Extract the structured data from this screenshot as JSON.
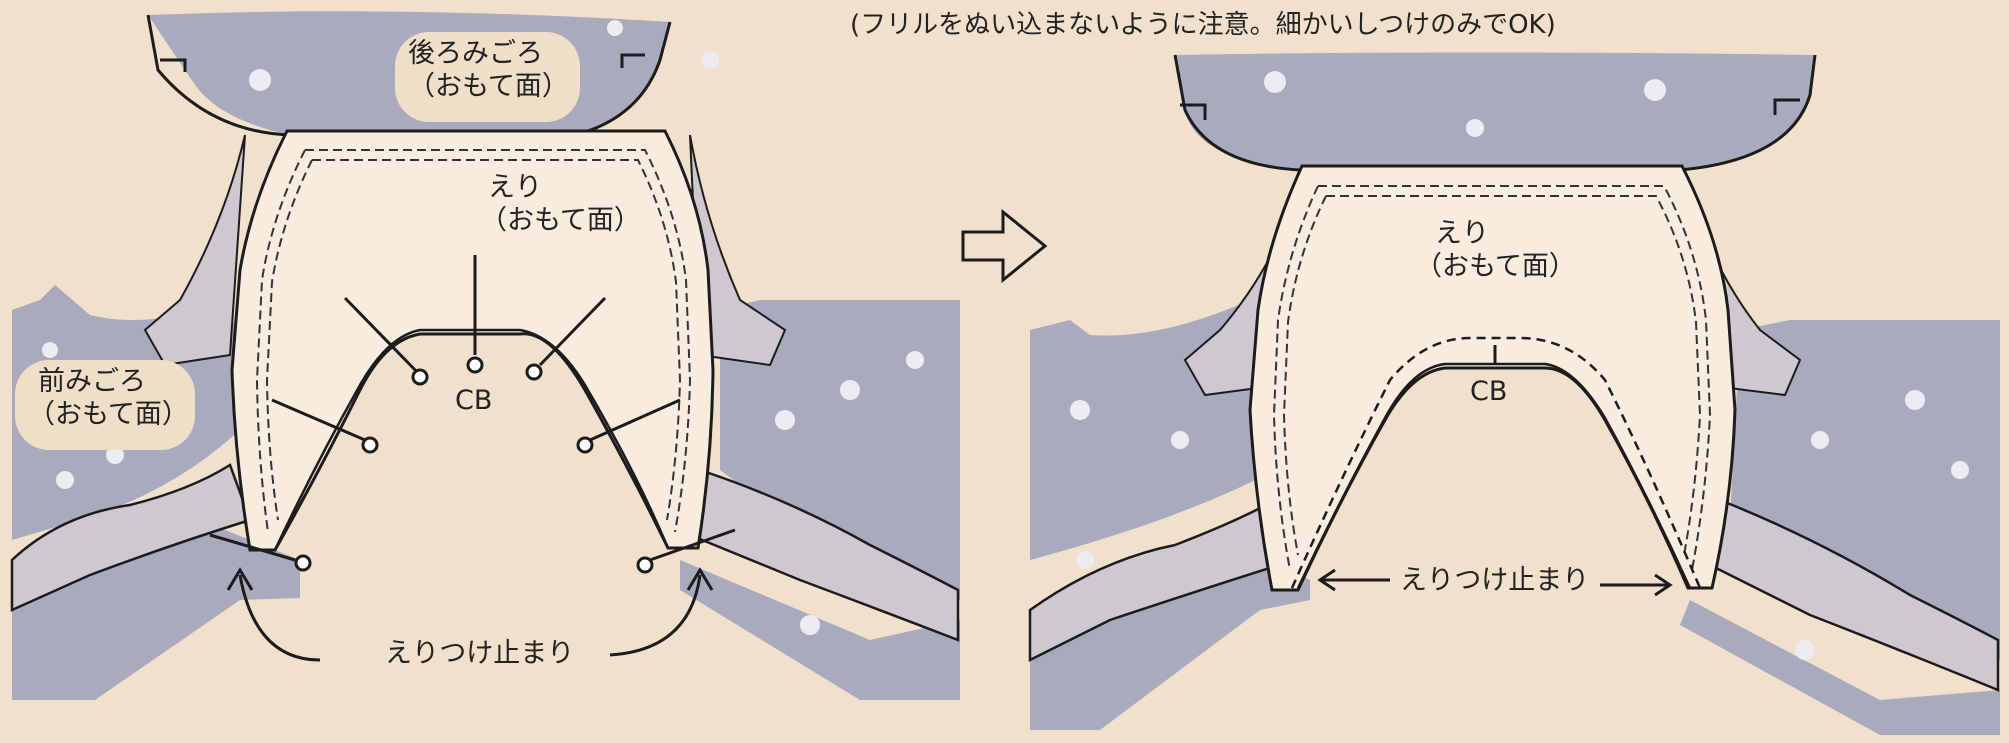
{
  "note": "(フリルをぬい込まないように注意。細かいしつけのみでOK)",
  "left_panel": {
    "back_bodice_label": [
      "後ろみごろ",
      "（おもて面）"
    ],
    "collar_label": [
      "えり",
      "（おもて面）"
    ],
    "front_bodice_label": [
      "前みごろ",
      "（おもて面）"
    ],
    "cb_label": "CB",
    "stop_label": "えりつけ止まり"
  },
  "right_panel": {
    "collar_label": [
      "えり",
      "（おもて面）"
    ],
    "cb_label": "CB",
    "stop_label": "えりつけ止まり"
  },
  "colors": {
    "background": "#f1e1cc",
    "fabric": "#a9aabe",
    "fabric_dots": "#e9e9ef",
    "collar": "#f8ecdf",
    "lace": "#cdc9cf",
    "ink": "#1c1c1c"
  },
  "icons": {
    "arrow": "right-arrow-icon",
    "pin": "pin-icon"
  }
}
